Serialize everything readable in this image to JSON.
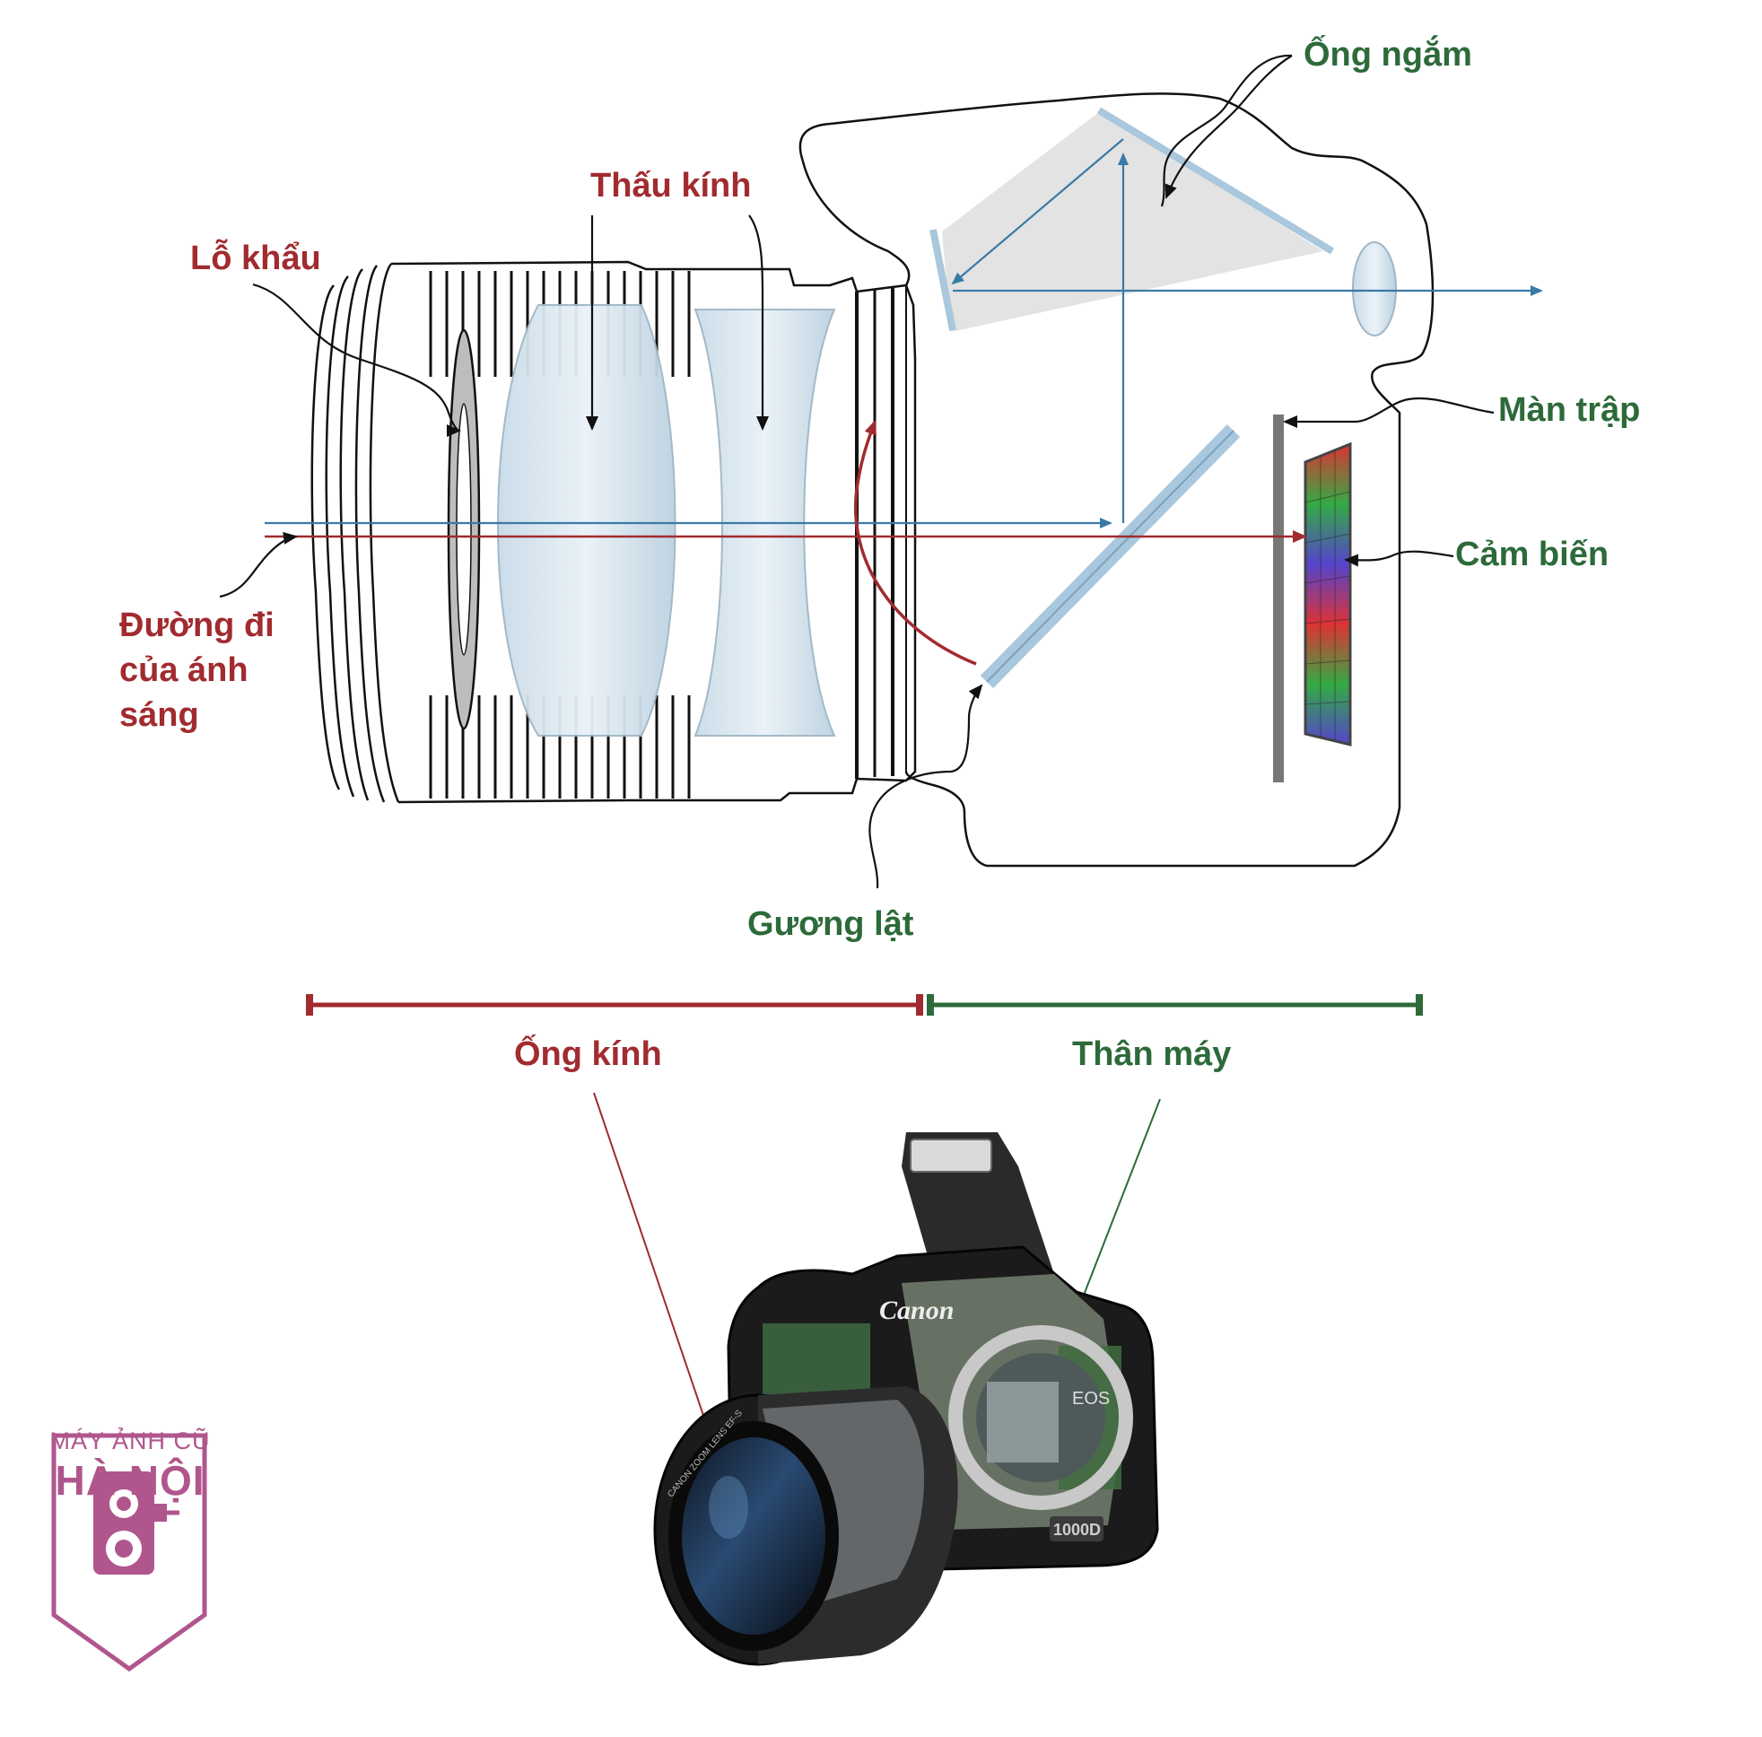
{
  "labels": {
    "aperture": "Lỗ khẩu",
    "lens_elements": "Thấu kính",
    "light_path": "Đường đi của ánh sáng",
    "viewfinder": "Ống ngắm",
    "shutter": "Màn trập",
    "sensor": "Cảm biến",
    "flip_mirror": "Gương lật",
    "lens_section": "Ống kính",
    "body_section": "Thân máy"
  },
  "photo_text": {
    "brand": "Canon",
    "model": "1000D",
    "series": "EOS",
    "lens_text": "CANON ZOOM LENS EF-S"
  },
  "logo": {
    "line1": "MÁY ẢNH CŨ",
    "line2": "HÀ NỘI"
  },
  "colors": {
    "lens_red": "#a12b2f",
    "body_green": "#2d6a3a",
    "light_blue": "#3a7aa6",
    "logo_pink": "#b0568d"
  }
}
